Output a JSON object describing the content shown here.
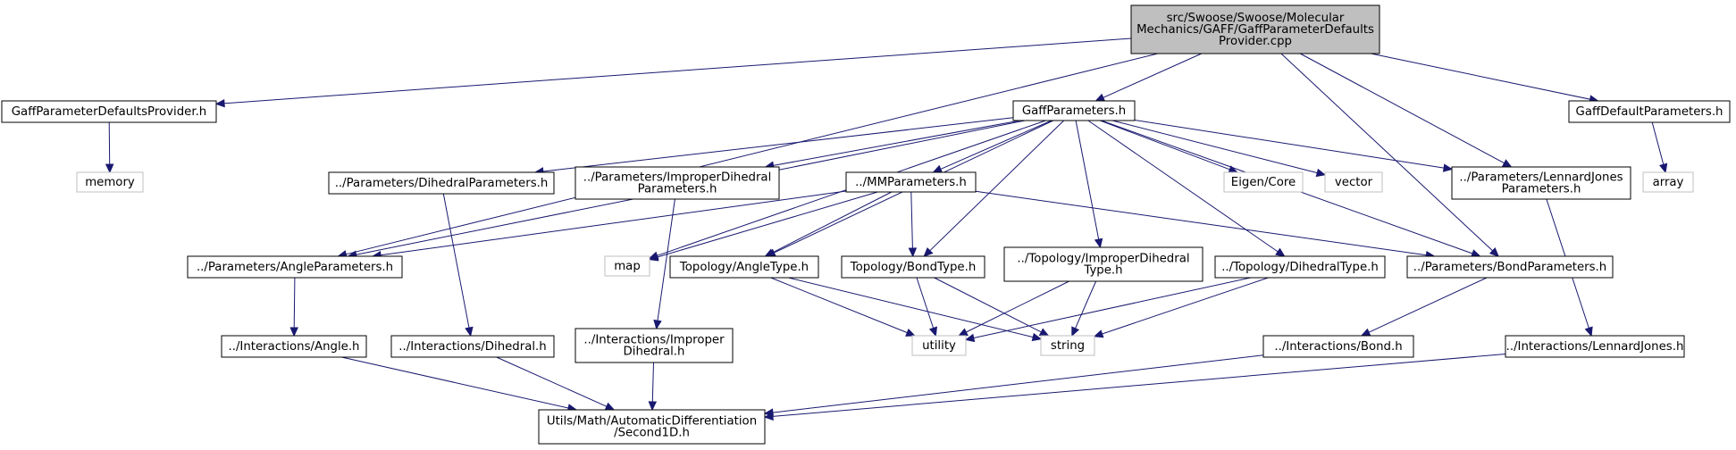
{
  "graph": {
    "colors": {
      "edge": "#191970",
      "root_fill": "#bfbfbf",
      "node_border": "#000000",
      "system_border": "#bfbfbf"
    },
    "nodes": [
      {
        "id": "root",
        "kind": "root",
        "lines": [
          "src/Swoose/Swoose/Molecular",
          "Mechanics/GAFF/GaffParameterDefaults",
          "Provider.cpp"
        ]
      },
      {
        "id": "gpdp",
        "kind": "header",
        "lines": [
          "GaffParameterDefaultsProvider.h"
        ]
      },
      {
        "id": "memory",
        "kind": "system",
        "lines": [
          "memory"
        ]
      },
      {
        "id": "gparams",
        "kind": "header",
        "lines": [
          "GaffParameters.h"
        ]
      },
      {
        "id": "gdefparams",
        "kind": "header",
        "lines": [
          "GaffDefaultParameters.h"
        ]
      },
      {
        "id": "array",
        "kind": "system",
        "lines": [
          "array"
        ]
      },
      {
        "id": "dihedralparams",
        "kind": "header",
        "lines": [
          "../Parameters/DihedralParameters.h"
        ]
      },
      {
        "id": "impdihparams",
        "kind": "header",
        "lines": [
          "../Parameters/ImproperDihedral",
          "Parameters.h"
        ]
      },
      {
        "id": "mmparams",
        "kind": "header",
        "lines": [
          "../MMParameters.h"
        ]
      },
      {
        "id": "eigen",
        "kind": "system",
        "lines": [
          "Eigen/Core"
        ]
      },
      {
        "id": "vector",
        "kind": "system",
        "lines": [
          "vector"
        ]
      },
      {
        "id": "ljparams",
        "kind": "header",
        "lines": [
          "../Parameters/LennardJones",
          "Parameters.h"
        ]
      },
      {
        "id": "angleparams",
        "kind": "header",
        "lines": [
          "../Parameters/AngleParameters.h"
        ]
      },
      {
        "id": "map",
        "kind": "system",
        "lines": [
          "map"
        ]
      },
      {
        "id": "angletype",
        "kind": "header",
        "lines": [
          "Topology/AngleType.h"
        ]
      },
      {
        "id": "bondtype",
        "kind": "header",
        "lines": [
          "Topology/BondType.h"
        ]
      },
      {
        "id": "impdihtype",
        "kind": "header",
        "lines": [
          "../Topology/ImproperDihedral",
          "Type.h"
        ]
      },
      {
        "id": "dihtype",
        "kind": "header",
        "lines": [
          "../Topology/DihedralType.h"
        ]
      },
      {
        "id": "bondparams",
        "kind": "header",
        "lines": [
          "../Parameters/BondParameters.h"
        ]
      },
      {
        "id": "angle",
        "kind": "header",
        "lines": [
          "../Interactions/Angle.h"
        ]
      },
      {
        "id": "dihedral",
        "kind": "header",
        "lines": [
          "../Interactions/Dihedral.h"
        ]
      },
      {
        "id": "impdih",
        "kind": "header",
        "lines": [
          "../Interactions/Improper",
          "Dihedral.h"
        ]
      },
      {
        "id": "utility",
        "kind": "system",
        "lines": [
          "utility"
        ]
      },
      {
        "id": "string",
        "kind": "system",
        "lines": [
          "string"
        ]
      },
      {
        "id": "bond",
        "kind": "header",
        "lines": [
          "../Interactions/Bond.h"
        ]
      },
      {
        "id": "lj",
        "kind": "header",
        "lines": [
          "../Interactions/LennardJones.h"
        ]
      },
      {
        "id": "second1d",
        "kind": "header",
        "lines": [
          "Utils/Math/AutomaticDifferentiation",
          "/Second1D.h"
        ]
      }
    ],
    "edges": [
      [
        "root",
        "gpdp"
      ],
      [
        "root",
        "angleparams"
      ],
      [
        "root",
        "gparams"
      ],
      [
        "root",
        "bondparams"
      ],
      [
        "root",
        "ljparams"
      ],
      [
        "root",
        "gdefparams"
      ],
      [
        "gpdp",
        "memory"
      ],
      [
        "gdefparams",
        "array"
      ],
      [
        "gparams",
        "angleparams"
      ],
      [
        "gparams",
        "dihedralparams"
      ],
      [
        "gparams",
        "impdihparams"
      ],
      [
        "gparams",
        "mmparams"
      ],
      [
        "gparams",
        "map"
      ],
      [
        "gparams",
        "angletype"
      ],
      [
        "gparams",
        "bondtype"
      ],
      [
        "gparams",
        "impdihtype"
      ],
      [
        "gparams",
        "dihtype"
      ],
      [
        "gparams",
        "eigen"
      ],
      [
        "gparams",
        "vector"
      ],
      [
        "gparams",
        "ljparams"
      ],
      [
        "gparams",
        "bondparams"
      ],
      [
        "mmparams",
        "angleparams"
      ],
      [
        "mmparams",
        "map"
      ],
      [
        "mmparams",
        "angletype"
      ],
      [
        "mmparams",
        "bondtype"
      ],
      [
        "mmparams",
        "bondparams"
      ],
      [
        "dihedralparams",
        "dihedral"
      ],
      [
        "impdihparams",
        "impdih"
      ],
      [
        "ljparams",
        "lj"
      ],
      [
        "angleparams",
        "angle"
      ],
      [
        "angletype",
        "utility"
      ],
      [
        "angletype",
        "string"
      ],
      [
        "bondtype",
        "utility"
      ],
      [
        "bondtype",
        "string"
      ],
      [
        "impdihtype",
        "utility"
      ],
      [
        "impdihtype",
        "string"
      ],
      [
        "dihtype",
        "utility"
      ],
      [
        "dihtype",
        "string"
      ],
      [
        "bondparams",
        "bond"
      ],
      [
        "angle",
        "second1d"
      ],
      [
        "dihedral",
        "second1d"
      ],
      [
        "impdih",
        "second1d"
      ],
      [
        "bond",
        "second1d"
      ],
      [
        "lj",
        "second1d"
      ]
    ]
  }
}
